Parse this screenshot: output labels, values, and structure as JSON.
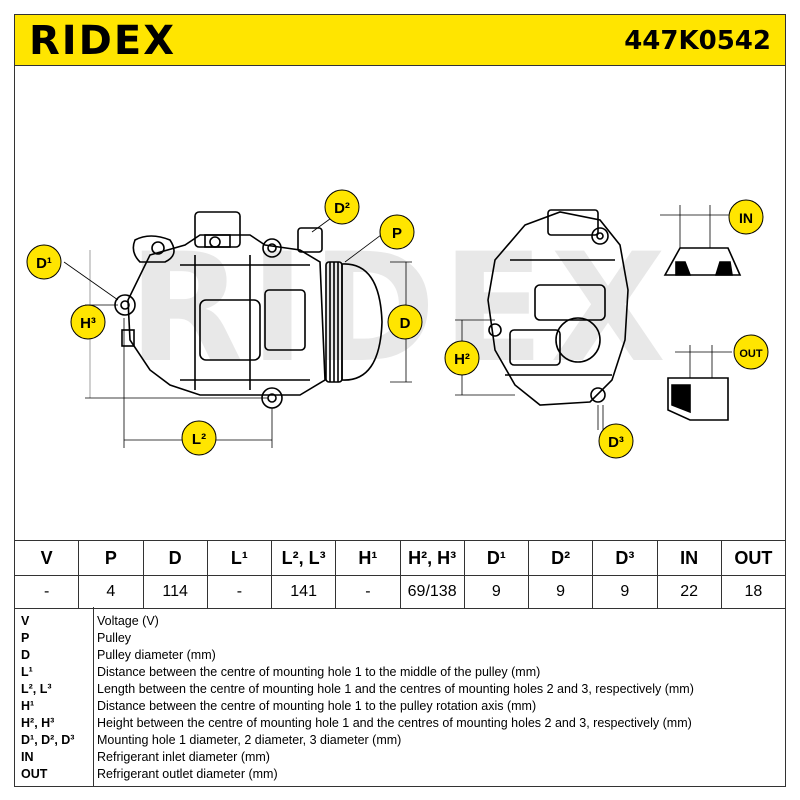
{
  "header": {
    "brand": "RIDEX",
    "part_number": "447K0542",
    "background": "#ffe500"
  },
  "callouts": {
    "d1": "D¹",
    "d2": "D²",
    "h3": "H³",
    "p": "P",
    "d": "D",
    "l2": "L²",
    "h2": "H²",
    "d3": "D³",
    "in": "IN",
    "out": "OUT",
    "badge_color": "#ffe500"
  },
  "watermark": "RIDEX",
  "spec_table": {
    "headers": [
      "V",
      "P",
      "D",
      "L¹",
      "L², L³",
      "H¹",
      "H², H³",
      "D¹",
      "D²",
      "D³",
      "IN",
      "OUT"
    ],
    "values": [
      "-",
      "4",
      "114",
      "-",
      "141",
      "-",
      "69/138",
      "9",
      "9",
      "9",
      "22",
      "18"
    ]
  },
  "legend": [
    {
      "code": "V",
      "desc": "Voltage (V)"
    },
    {
      "code": "P",
      "desc": "Pulley"
    },
    {
      "code": "D",
      "desc": "Pulley diameter (mm)"
    },
    {
      "code": "L¹",
      "desc": "Distance between the centre of mounting hole 1 to the middle of the pulley (mm)"
    },
    {
      "code": "L², L³",
      "desc": "Length between the centre of mounting hole 1 and the centres of mounting holes 2 and 3, respectively (mm)"
    },
    {
      "code": "H¹",
      "desc": "Distance between the centre of mounting hole 1 to the pulley rotation axis (mm)"
    },
    {
      "code": "H², H³",
      "desc": "Height between the centre of mounting hole 1 and the centres of mounting holes 2 and 3, respectively (mm)"
    },
    {
      "code": "D¹, D², D³",
      "desc": "Mounting hole 1 diameter, 2 diameter, 3 diameter (mm)"
    },
    {
      "code": "IN",
      "desc": "Refrigerant inlet diameter (mm)"
    },
    {
      "code": "OUT",
      "desc": "Refrigerant outlet diameter (mm)"
    }
  ]
}
